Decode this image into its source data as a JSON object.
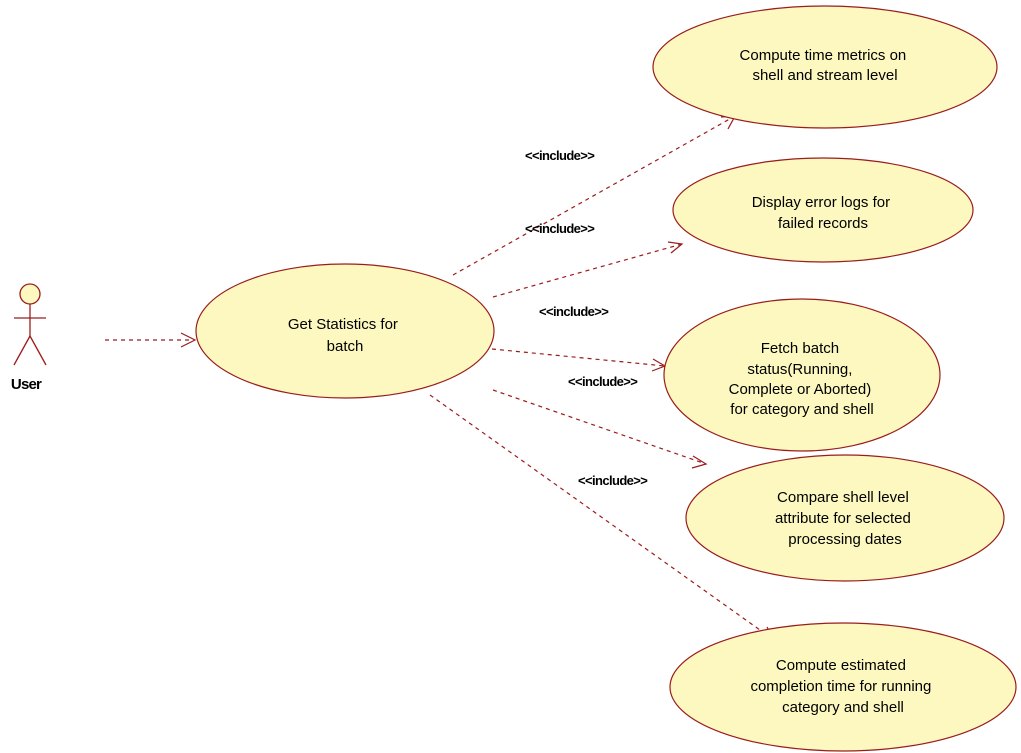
{
  "actor": {
    "name": "User",
    "icon": "stick-figure-actor-icon"
  },
  "main_use_case": {
    "label_lines": [
      "Get Statistics for",
      "batch"
    ]
  },
  "use_cases": [
    {
      "id": "compute-time-metrics",
      "label_lines": [
        "Compute time metrics on",
        "shell and stream level"
      ]
    },
    {
      "id": "display-error-logs",
      "label_lines": [
        "Display error logs for",
        "failed records"
      ]
    },
    {
      "id": "fetch-batch-status",
      "label_lines": [
        "Fetch batch",
        "status(Running,",
        "Complete or Aborted)",
        "for category and shell"
      ]
    },
    {
      "id": "compare-shell-attribute",
      "label_lines": [
        "Compare shell level",
        "attribute for selected",
        "processing dates"
      ]
    },
    {
      "id": "compute-estimated-completion",
      "label_lines": [
        "Compute estimated",
        "completion time for running",
        "category and shell"
      ]
    }
  ],
  "relationships": [
    {
      "from": "main_use_case",
      "to": "compute-time-metrics",
      "label": "<<include>>"
    },
    {
      "from": "main_use_case",
      "to": "display-error-logs",
      "label": "<<include>>"
    },
    {
      "from": "main_use_case",
      "to": "fetch-batch-status",
      "label": "<<include>>"
    },
    {
      "from": "main_use_case",
      "to": "compare-shell-attribute",
      "label": "<<include>>"
    },
    {
      "from": "main_use_case",
      "to": "compute-estimated-completion",
      "label": "<<include>>"
    }
  ],
  "colors": {
    "line": "#9b1c1c",
    "ellipse_fill": "#fcf8c0",
    "text": "#000000"
  }
}
